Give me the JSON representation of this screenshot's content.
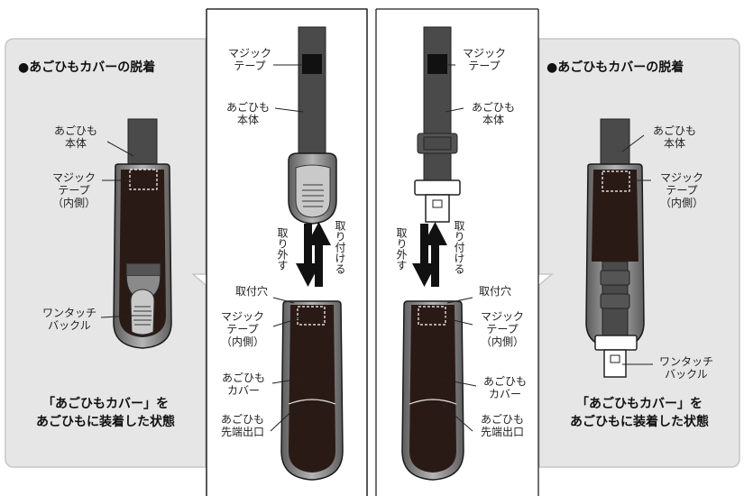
{
  "left_panel": {
    "title": "●あごひもカバーの脱着",
    "labels": {
      "strap_body": "あごひも\n本体",
      "velcro_inner": "マジック\nテープ\n（内側）",
      "buckle": "ワンタッチ\nバックル"
    },
    "caption": "「あごひもカバー」を\nあごひもに装着した状態"
  },
  "center_left": {
    "labels": {
      "velcro": "マジック\nテープ",
      "strap_body": "あごひも\n本体",
      "hole": "取付穴",
      "velcro_inner": "マジック\nテープ\n（内側）",
      "cover": "あごひも\nカバー",
      "tip_exit": "あごひも\n先端出口"
    },
    "remove": "取り外す",
    "attach": "取り付ける"
  },
  "center_right": {
    "labels": {
      "velcro": "マジック\nテープ",
      "strap_body": "あごひも\n本体",
      "hole": "取付穴",
      "velcro_inner": "マジック\nテープ\n（内側）",
      "cover": "あごひも\nカバー",
      "tip_exit": "あごひも\n先端出口"
    },
    "remove": "取り外す",
    "attach": "取り付ける"
  },
  "right_panel": {
    "title": "●あごひもカバーの脱着",
    "labels": {
      "strap_body": "あごひも\n本体",
      "velcro_inner": "マジック\nテープ\n（内側）",
      "buckle": "ワンタッチ\nバックル"
    },
    "caption": "「あごひもカバー」を\nあごひもに装着した状態"
  },
  "colors": {
    "panel_bg": "#e6e6e6",
    "panel_border": "#bdbdbd",
    "cover_dark": "#2a1a16",
    "strap": "#4a4a4a",
    "rim": "#7d7d7d"
  }
}
